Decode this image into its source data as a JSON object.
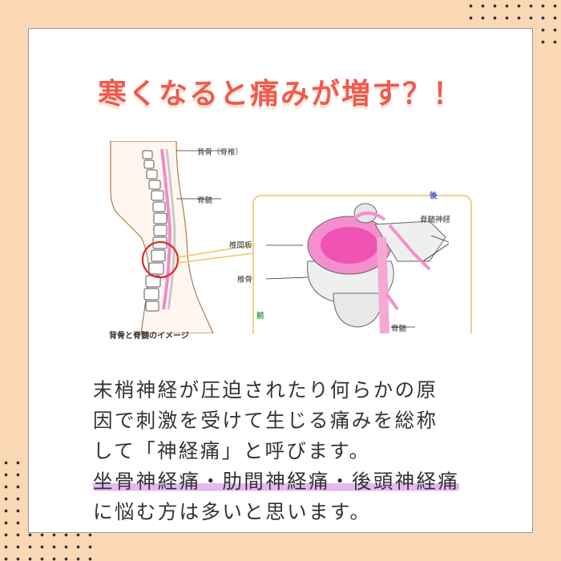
{
  "title": "寒くなると痛みが増す？！",
  "illustration": {
    "label_spine": "背骨（脊椎）",
    "label_cord": "脊髄",
    "label_disc": "椎間板",
    "label_vertebra": "椎骨",
    "label_nerve": "脊髄神経",
    "label_cord2": "脊髄",
    "label_back": "後",
    "label_front": "前",
    "caption": "背骨と脊髄のイメージ"
  },
  "body": {
    "line1": "末梢神経が圧迫されたり何らかの原",
    "line2": "因で刺激を受けて生じる痛みを総称",
    "line3": "して「神経痛」と呼びます。",
    "line4": "坐骨神経痛・肋間神経痛・後頭神経痛",
    "line5": "に悩む方は多いと思います。"
  },
  "colors": {
    "background": "#fbd8b5",
    "title": "#f05a4f",
    "highlight": "#e6b8f2",
    "accent_pink": "#f28ac6",
    "circle_red": "#e02b2b",
    "inset_border": "#f0c36a"
  }
}
